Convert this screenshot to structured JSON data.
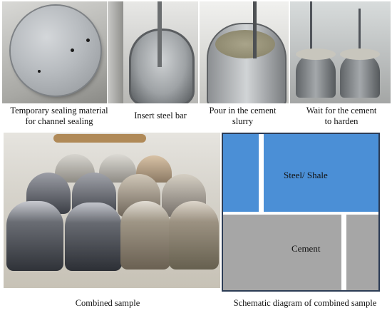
{
  "captions": {
    "c1_line1": "Temporary sealing material",
    "c1_line2": "for channel sealing",
    "c2": "Insert steel bar",
    "c3_line1": "Pour in the cement",
    "c3_line2": "slurry",
    "c4_line1": "Wait for the cement",
    "c4_line2": "to harden",
    "c5": "Combined sample",
    "c6": "Schematic diagram of combined sample"
  },
  "schematic": {
    "upper_label": "Steel/ Shale",
    "lower_label": "Cement",
    "colors": {
      "upper": "#4b8fd6",
      "lower": "#a6a6a6",
      "channel": "#ffffff",
      "border": "#2c3c55"
    }
  }
}
